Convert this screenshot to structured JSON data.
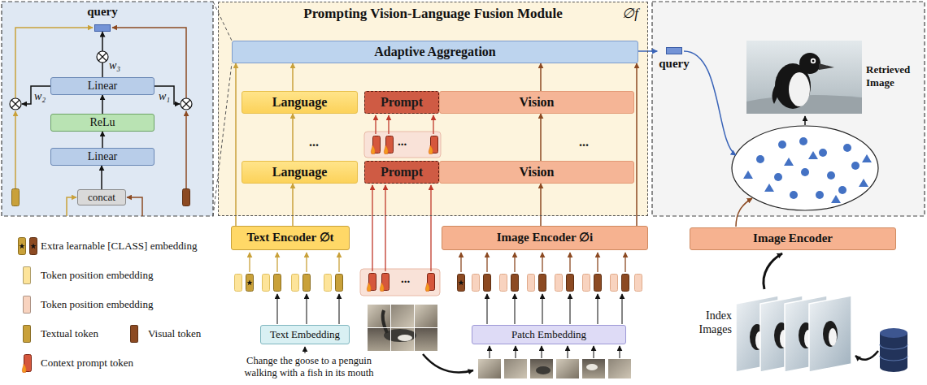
{
  "diagram": {
    "nodes": [
      {
        "text": [
          "query"
        ]
      },
      {
        "text": [
          "Linear"
        ]
      },
      {
        "text": [
          "ReLu"
        ]
      },
      {
        "text": [
          "Linear"
        ]
      },
      {
        "text": [
          "concat"
        ]
      },
      {
        "text": [
          "Prompting Vision-Language Fusion Module",
          "∅f"
        ]
      },
      {
        "text": [
          "Adaptive Aggregation"
        ],
        "in": 5
      },
      {
        "text": [
          "Language"
        ],
        "in": 5
      },
      {
        "text": [
          "Prompt"
        ],
        "in": 5
      },
      {
        "text": [
          "Vision"
        ],
        "in": 5
      },
      {
        "text": [
          "Language"
        ],
        "in": 5
      },
      {
        "text": [
          "Prompt"
        ],
        "in": 5
      },
      {
        "text": [
          "Vision"
        ],
        "in": 5
      },
      {
        "text": [
          "Text Encoder ∅t"
        ]
      },
      {
        "text": [
          "Image Encoder ∅i"
        ]
      },
      {
        "text": [
          "Text Embedding"
        ]
      },
      {
        "text": [
          "Patch Embedding"
        ]
      },
      {
        "text": [
          "query"
        ]
      },
      {
        "text": [
          "Retrieved Image"
        ]
      },
      {
        "text": [
          "Image Encoder"
        ]
      }
    ],
    "edges": [
      {
        "from": 4,
        "to": 3,
        "arrow": "to"
      },
      {
        "from": 3,
        "to": 2,
        "arrow": "to"
      },
      {
        "from": 2,
        "to": 1,
        "arrow": "to"
      },
      {
        "from": 1,
        "to": 0,
        "arrow": "to"
      },
      {
        "from": 13,
        "to": 10,
        "arrow": "to"
      },
      {
        "from": 14,
        "to": 12,
        "arrow": "to"
      },
      {
        "from": 10,
        "to": 7,
        "arrow": "to"
      },
      {
        "from": 12,
        "to": 9,
        "arrow": "to"
      },
      {
        "from": 7,
        "to": 6,
        "arrow": "to"
      },
      {
        "from": 9,
        "to": 6,
        "arrow": "to"
      },
      {
        "from": 13,
        "to": 6,
        "arrow": "to"
      },
      {
        "from": 14,
        "to": 6,
        "arrow": "to"
      },
      {
        "from": 6,
        "to": 17,
        "arrow": "to"
      }
    ],
    "labels": [
      "w₂",
      "w₃",
      "w₁",
      "...",
      "...",
      "...",
      "...",
      "Change the goose to a penguin walking with a fish in its mouth",
      "Index Images"
    ],
    "legend": [
      {
        "text": "Extra learnable [CLASS] embedding"
      },
      {
        "text": "Token position embedding",
        "color": "#fde49a"
      },
      {
        "text": "Token position embedding",
        "color": "#f8d3bf"
      },
      {
        "text": "Textual token",
        "color": "#c9a13a"
      },
      {
        "text": "Visual token",
        "color": "#8c4a22"
      },
      {
        "text": "Context prompt token"
      }
    ]
  }
}
